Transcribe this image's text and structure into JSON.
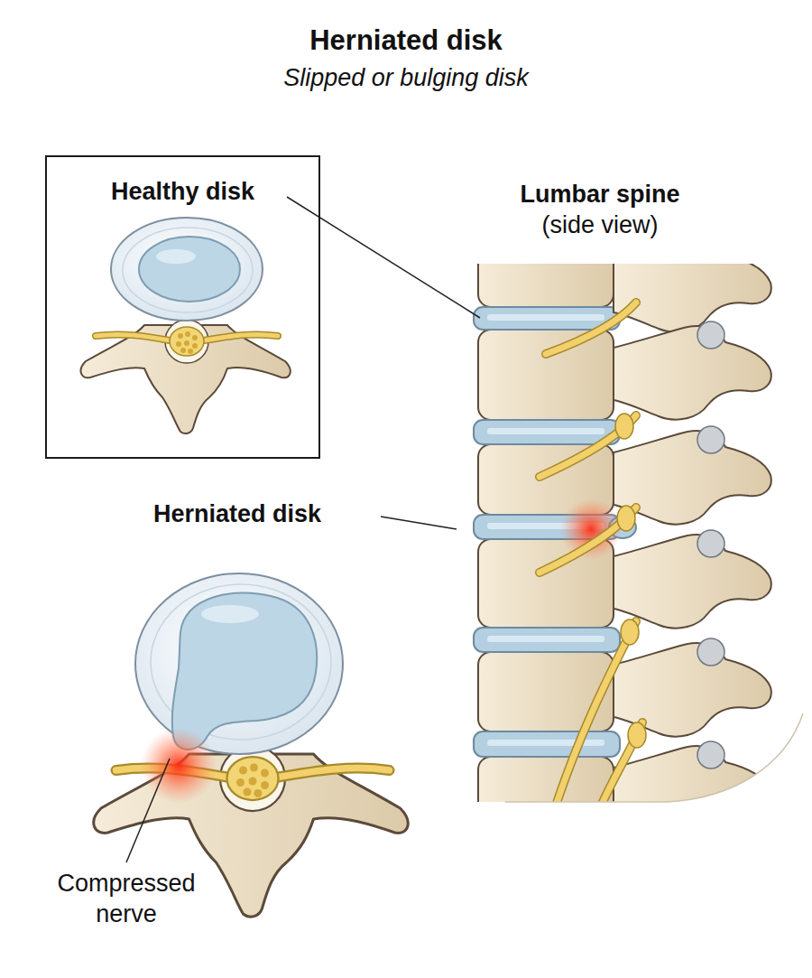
{
  "diagram": {
    "title": "Herniated disk",
    "nodes": [
      {
        "text": [
          "Healthy disk"
        ]
      }
    ],
    "labels": [
      "Slipped or bulging disk",
      "Lumbar spine (side view)",
      "Herniated disk",
      "Compressed nerve"
    ]
  }
}
